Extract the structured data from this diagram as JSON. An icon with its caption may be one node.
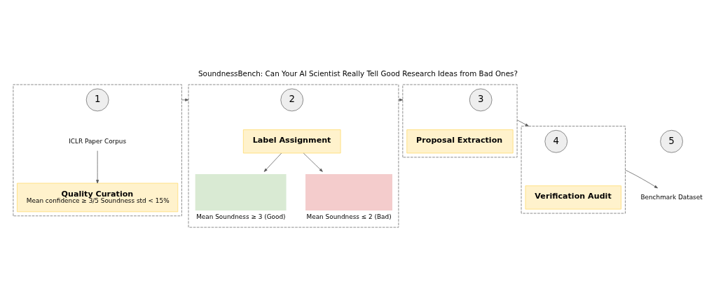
{
  "diagram": {
    "title": "SoundnessBench: Can Your AI Scientist Really Tell Good Research Ideas from Bad Ones?",
    "nodes": [
      {
        "text": [],
        "shape": "box"
      },
      {
        "text": [
          "1"
        ],
        "in": 0
      },
      {
        "text": [
          "ICLR Paper Corpus"
        ],
        "in": 0
      },
      {
        "text": [
          "Quality Curation",
          "Mean confidence ≥ 3/5 Soundness std < 15%"
        ],
        "in": 0
      },
      {
        "text": [],
        "shape": "box"
      },
      {
        "text": [
          "2"
        ],
        "in": 4
      },
      {
        "text": [
          "Label Assignment"
        ],
        "in": 4
      },
      {
        "text": [],
        "shape": "box",
        "in": 4,
        "beside": [
          "Mean Soundness ≥ 3 (Good)"
        ]
      },
      {
        "text": [],
        "shape": "box",
        "in": 4,
        "beside": [
          "Mean Soundness ≤ 2 (Bad)"
        ]
      },
      {
        "text": [],
        "shape": "box"
      },
      {
        "text": [
          "3"
        ],
        "in": 9
      },
      {
        "text": [
          "Proposal Extraction"
        ],
        "in": 9
      },
      {
        "text": [],
        "shape": "box"
      },
      {
        "text": [
          "4"
        ],
        "in": 12
      },
      {
        "text": [
          "Verification Audit"
        ],
        "in": 12
      },
      {
        "text": [
          "5"
        ]
      },
      {
        "text": [
          "Benchmark Dataset"
        ]
      }
    ],
    "edges": [
      {
        "from": 2,
        "to": 3,
        "arrow": "to"
      },
      {
        "from": 0,
        "to": 4,
        "arrow": "to"
      },
      {
        "from": 6,
        "to": 7,
        "arrow": "to"
      },
      {
        "from": 6,
        "to": 8,
        "arrow": "to"
      },
      {
        "from": 4,
        "to": 9,
        "arrow": "to"
      },
      {
        "from": 9,
        "to": 12,
        "arrow": "to"
      },
      {
        "from": 12,
        "to": 16,
        "arrow": "to"
      }
    ]
  }
}
